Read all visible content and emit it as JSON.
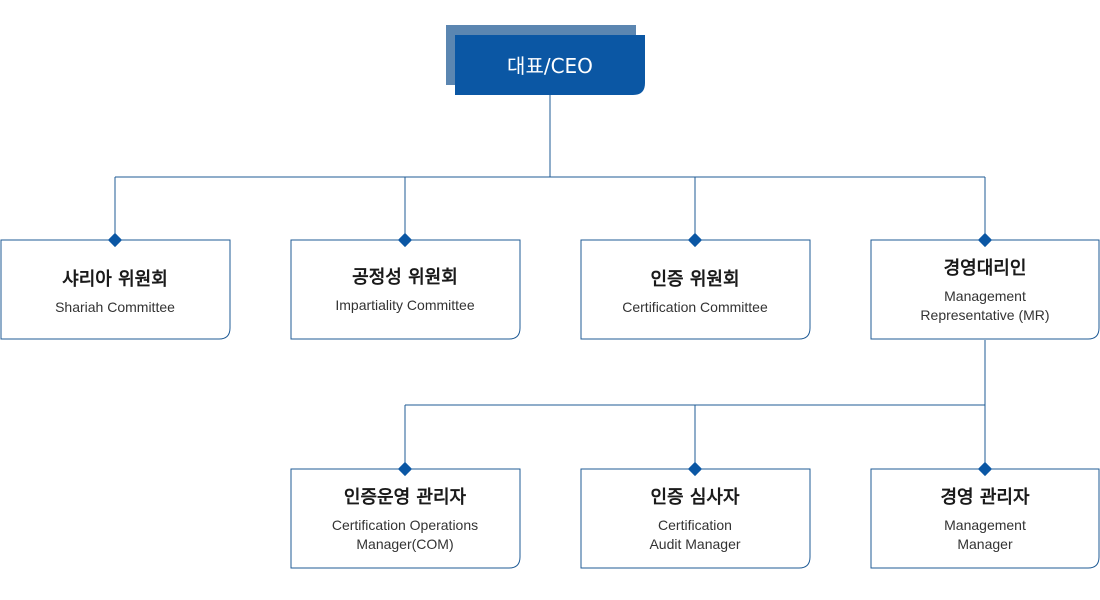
{
  "colors": {
    "primary": "#0b57a4",
    "shadow": "#5b86b1",
    "line": "#1f5b96",
    "box_border": "#1f5b96",
    "box_fill": "#ffffff"
  },
  "ceo": {
    "label": "대표/CEO"
  },
  "committees": [
    {
      "title": "샤리아 위원회",
      "subtitle": [
        "Shariah Committee"
      ]
    },
    {
      "title": "공정성 위원회",
      "subtitle": [
        "Impartiality Committee"
      ]
    },
    {
      "title": "인증 위원회",
      "subtitle": [
        "Certification Committee"
      ]
    },
    {
      "title": "경영대리인",
      "subtitle": [
        "Management",
        "Representative (MR)"
      ]
    }
  ],
  "managers": [
    {
      "title": "인증운영 관리자",
      "subtitle": [
        "Certification Operations",
        "Manager(COM)"
      ]
    },
    {
      "title": "인증 심사자",
      "subtitle": [
        "Certification",
        "Audit Manager"
      ]
    },
    {
      "title": "경영 관리자",
      "subtitle": [
        "Management",
        "Manager"
      ]
    }
  ]
}
